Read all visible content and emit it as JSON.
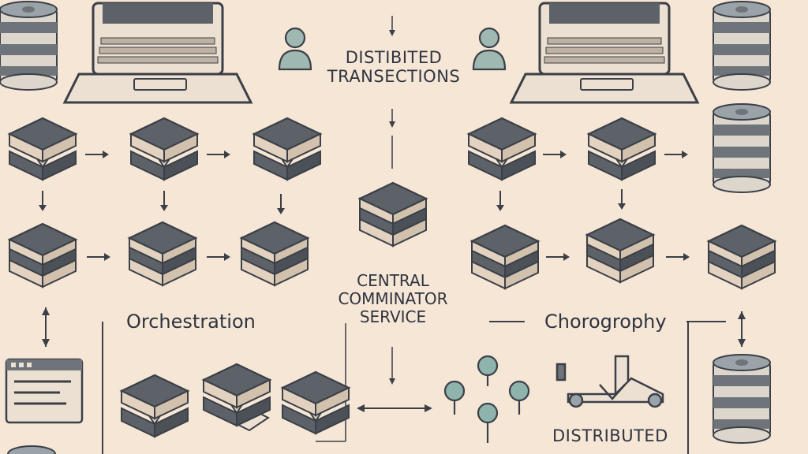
{
  "labels": {
    "title_line1": "DISTIBITED",
    "title_line2": "TRANSECTIONS",
    "central_line1": "CENTRAL",
    "central_line2": "COMMINATOR",
    "central_line3": "SERVICE",
    "orchestration": "Orchestration",
    "choreography": "Chorogrophy",
    "distributed": "DISTRIBUTED"
  },
  "colors": {
    "background": "#f6e6d6",
    "line": "#3b3f47",
    "block_top": "#5d6168",
    "block_side": "#e2d2bf",
    "person": "#9fb9b2",
    "node": "#8fb3ad"
  }
}
